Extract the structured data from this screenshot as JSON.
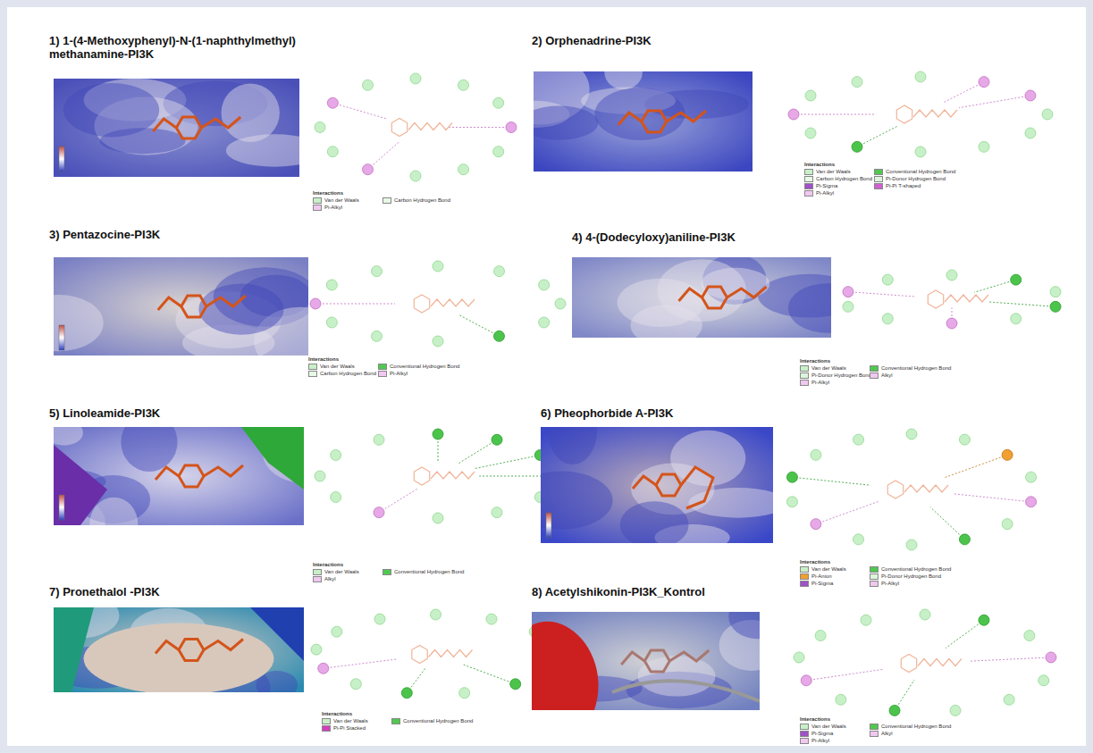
{
  "diagram": {
    "nodes": [
      {
        "text": [
          "1) 1-(4-Methoxyphenyl)-N-(1-naphthylmethyl) methanamine-PI3K"
        ]
      },
      {
        "text": [
          "2) Orphenadrine-PI3K"
        ]
      },
      {
        "text": [
          "3) Pentazocine-PI3K"
        ]
      },
      {
        "text": [
          "4) 4-(Dodecyloxy)aniline-PI3K"
        ]
      },
      {
        "text": [
          "5) Linoleamide-PI3K"
        ]
      },
      {
        "text": [
          "6) Pheophorbide A-PI3K"
        ]
      },
      {
        "text": [
          "7) Pronethalol -PI3K"
        ]
      },
      {
        "text": [
          "8) Acetylshikonin-PI3K_Kontrol"
        ]
      }
    ],
    "labels": [
      "Interactions",
      "Van der Waals",
      "Carbon Hydrogen Bond",
      "Pi-Alkyl",
      "Interactions",
      "Van der Waals",
      "Conventional Hydrogen Bond",
      "Carbon Hydrogen Bond",
      "Pi-Donor Hydrogen Bond",
      "Pi-Sigma",
      "Pi-Pi T-shaped",
      "Pi-Alkyl",
      "Interactions",
      "Van der Waals",
      "Conventional Hydrogen Bond",
      "Carbon Hydrogen Bond",
      "Pi-Alkyl",
      "Interactions",
      "Van der Waals",
      "Conventional Hydrogen Bond",
      "Pi-Donor Hydrogen Bond",
      "Alkyl",
      "Pi-Alkyl",
      "Interactions",
      "Van der Waals",
      "Conventional Hydrogen Bond",
      "Alkyl",
      "Interactions",
      "Van der Waals",
      "Conventional Hydrogen Bond",
      "Pi-Anion",
      "Pi-Donor Hydrogen Bond",
      "Pi-Sigma",
      "Pi-Alkyl",
      "Interactions",
      "Van der Waals",
      "Conventional Hydrogen Bond",
      "Pi-Pi Stacked",
      "Interactions",
      "Van der Waals",
      "Conventional Hydrogen Bond",
      "Pi-Sigma",
      "Alkyl",
      "Pi-Alkyl"
    ]
  }
}
